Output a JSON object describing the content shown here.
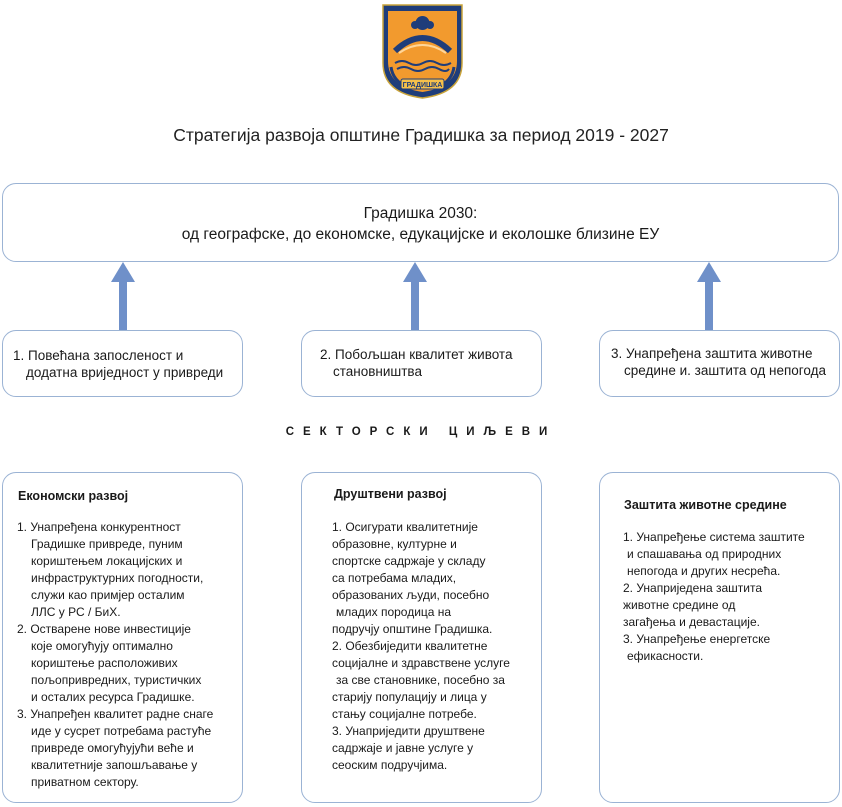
{
  "header": {
    "crest_text": "ГРАДИШКА",
    "title": "Стратегија развоја општине Градишка за период 2019 - 2027"
  },
  "vision": {
    "line1": "Градишка 2030:",
    "line2": "од географске, до економске, едукацијске и еколошке близине ЕУ"
  },
  "strategic_goals": [
    {
      "lines": [
        "1. Повећана запосленост и",
        "додатна вриједност у привреди"
      ]
    },
    {
      "lines": [
        "2. Побољшан  квалитет живота",
        "становништва"
      ]
    },
    {
      "lines": [
        "3. Унапређена заштита животне",
        "средине и. заштита од непогода"
      ]
    }
  ],
  "sectoral_label": "СЕКТОРСКИ ЦИЉЕВИ",
  "sectors": [
    {
      "title": "Економски развој",
      "lines": [
        "1. Унапређена конкурентност",
        "Градишке привреде, пуним",
        "кориштењем локацијских и",
        "инфраструктурних погодности,",
        "служи као примјер осталим",
        "ЛЛС у РС / БиХ.",
        "2. Остварене нове инвестиције",
        "које омогућују оптимално",
        "кориштење расположивих",
        "пољопривредних, туристичких",
        "и осталих ресурса Градишке.",
        "3. Унапређен квалитет радне снаге",
        "иде у сусрет потребама растуће",
        "привреде омогућујући веће и",
        "квалитетније запошљавање у",
        "приватном сектору."
      ]
    },
    {
      "title": "Друштвени развој",
      "lines": [
        "1. Осигурати квалитетније",
        "образовне, културне и",
        "спортске садржаје у складу",
        "са потребама младих,",
        "образованих људи, посебно",
        "младих породица на",
        "подручју општине Градишка.",
        "2. Обезбиједити квалитетне",
        "социјалне и здравствене услуге",
        "за све становнике, посебно за",
        "старију популацију и лица у",
        "стању социјалне потребе.",
        "3. Унаприједити друштвене",
        "садржаје и јавне услуге у",
        "сеоским подручјима."
      ]
    },
    {
      "title": "Заштита животне средине",
      "lines": [
        "1. Унапређење система заштите",
        "и спашавања од природних",
        "непогода и других несрећа.",
        "2. Унаприједена заштита",
        "животне средине од",
        "загађења и девастације.",
        "3. Унапређење енергетске",
        "ефикасности."
      ]
    }
  ],
  "colors": {
    "box_border": "#9bb3d4",
    "arrow": "#6f90c9",
    "crest_navy": "#1f3d7a",
    "crest_orange": "#f29a2e"
  }
}
